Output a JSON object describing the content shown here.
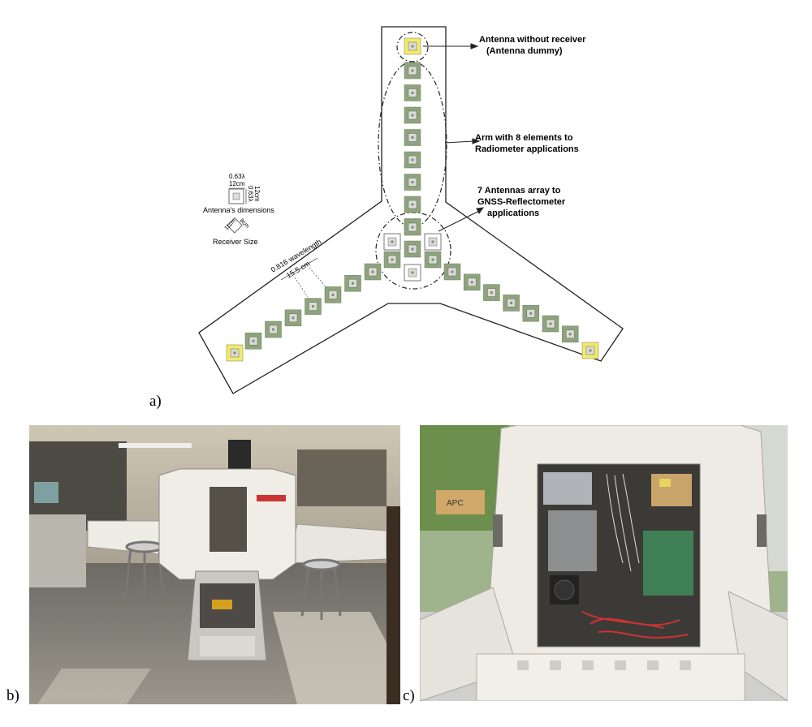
{
  "figure": {
    "label_a": "a)",
    "label_b": "b)",
    "label_c": "c)"
  },
  "diagram": {
    "callouts": {
      "dummy": [
        "Antenna without receiver",
        "(Antenna dummy)"
      ],
      "arm": [
        "Arm with 8 elements to",
        "Radiometer applications"
      ],
      "gnss": [
        "7 Antennas array to",
        "GNSS-Reflectometer",
        "applications"
      ]
    },
    "antenna_dims": {
      "width_top": "0.63λ",
      "width_bottom": "12cm",
      "height_top": "0.63λ",
      "height_bottom": "12cm",
      "caption": "Antenna's dimensions"
    },
    "receiver": {
      "dim_a": "11cm",
      "dim_b": "8cm",
      "caption": "Receiver Size"
    },
    "spacing": {
      "line1": "0.816 wavelength",
      "line2": "15.5 cm"
    }
  },
  "photo_c": {
    "brand": "APC"
  },
  "colors": {
    "antenna_green": "#8ea47d",
    "dummy_yellow": "#f4ea6a",
    "element_inner": "#d9ddd4"
  }
}
